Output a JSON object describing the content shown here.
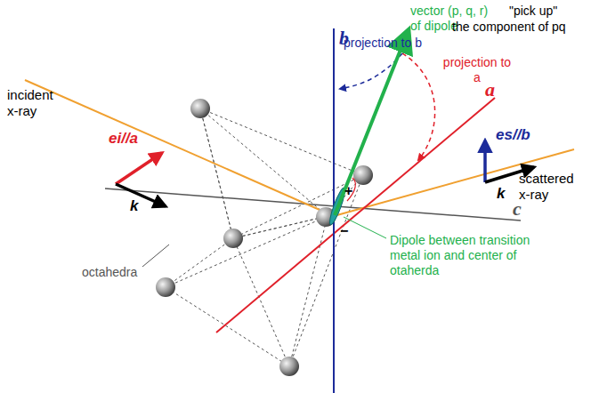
{
  "diagram": {
    "labels": [
      "vector (p, q, r) of dipole",
      "\"pick up\"",
      "the component of pq",
      "b",
      "projection to b",
      "projection to a",
      "a",
      "incident x-ray",
      "ei//a",
      "k",
      "es//b",
      "k",
      "scattered x-ray",
      "c",
      "octahedra",
      "Dipole between transition metal ion and center of otaherda",
      "+",
      "−"
    ]
  }
}
